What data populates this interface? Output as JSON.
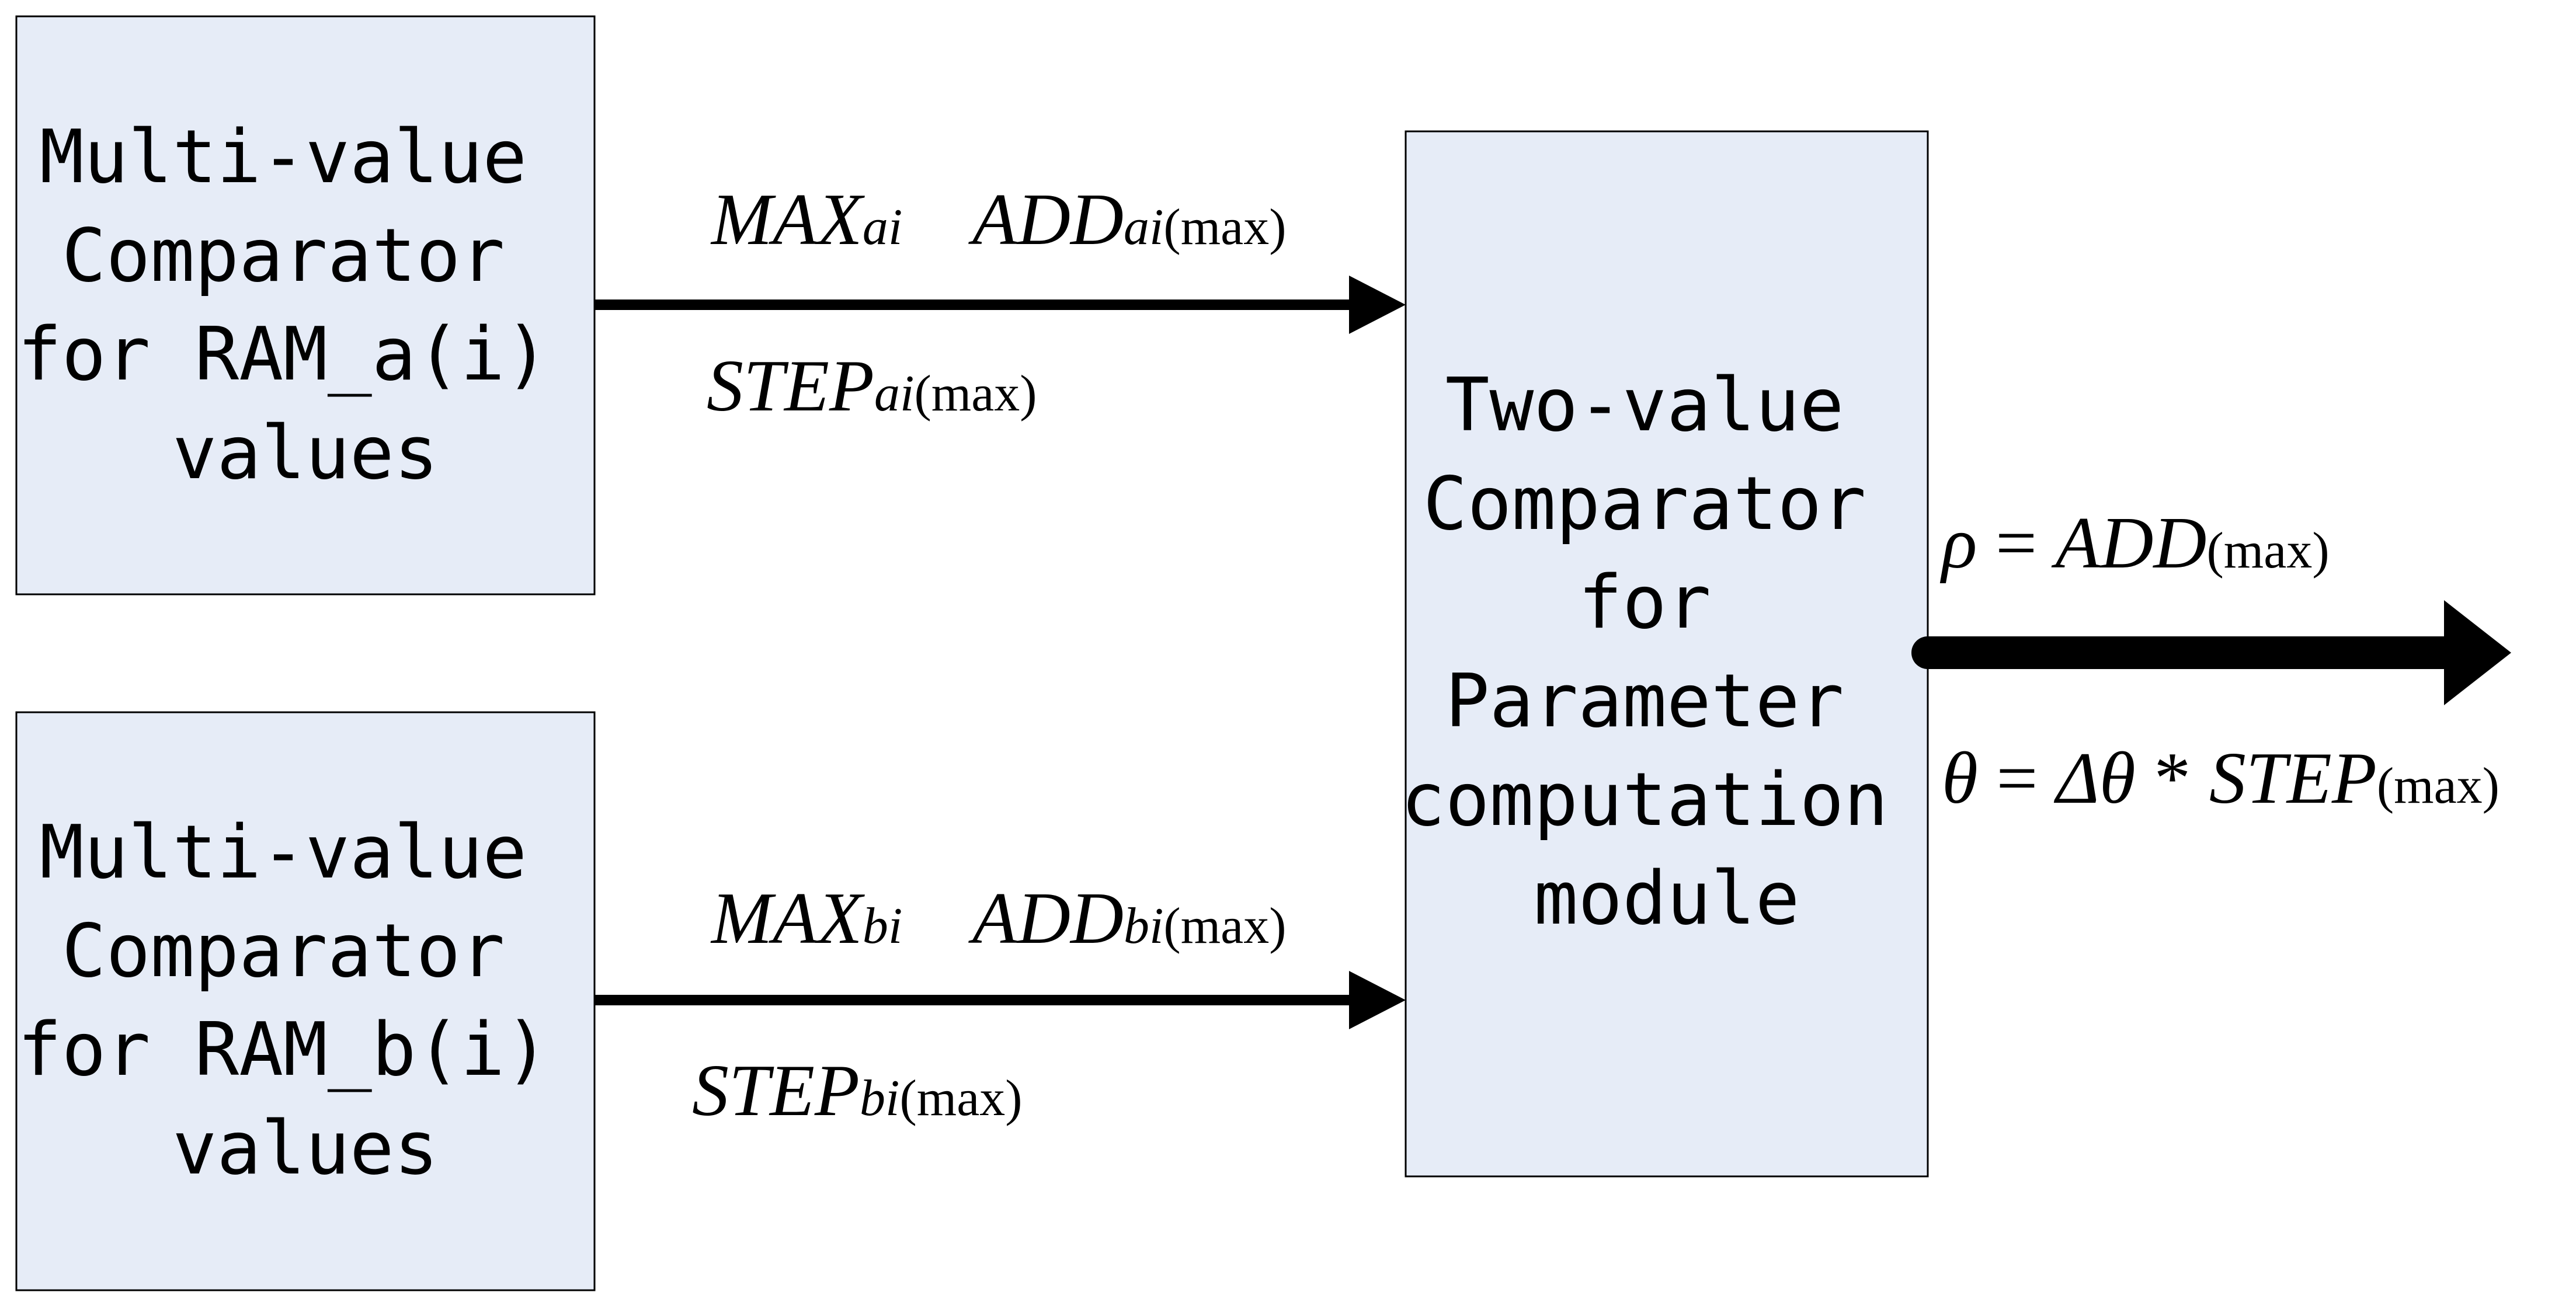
{
  "blocks": {
    "comparator_a": {
      "lines": [
        "Multi-value",
        "Comparator",
        "for RAM_a(i)",
        "values"
      ]
    },
    "comparator_b": {
      "lines": [
        "Multi-value",
        "Comparator",
        "for RAM_b(i)",
        "values"
      ]
    },
    "two_value": {
      "lines": [
        "Two-value",
        "Comparator",
        "for",
        "Parameter",
        "computation",
        "module"
      ]
    }
  },
  "signals_a": {
    "max": {
      "base": "MAX",
      "sub": "ai"
    },
    "add": {
      "base": "ADD",
      "sub": "ai",
      "suffix": "(max)"
    },
    "step": {
      "base": "STEP",
      "sub": "ai",
      "suffix": "(max)"
    }
  },
  "signals_b": {
    "max": {
      "base": "MAX",
      "sub": "bi"
    },
    "add": {
      "base": "ADD",
      "sub": "bi",
      "suffix": "(max)"
    },
    "step": {
      "base": "STEP",
      "sub": "bi",
      "suffix": "(max)"
    }
  },
  "outputs": {
    "rho": {
      "symbol": "ρ",
      "eq": " = ",
      "base": "ADD",
      "suffix": "(max)"
    },
    "theta": {
      "symbol": "θ",
      "eq": " = ",
      "delta": "Δθ",
      "op": " * ",
      "base": "STEP",
      "suffix": "(max)"
    }
  },
  "colors": {
    "box_fill": "#e6ecf7",
    "stroke": "#000000"
  }
}
